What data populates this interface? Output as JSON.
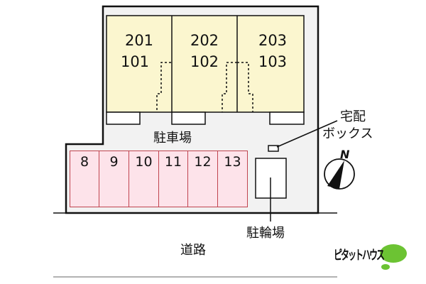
{
  "units": [
    {
      "upper": "201",
      "lower": "101"
    },
    {
      "upper": "202",
      "lower": "102"
    },
    {
      "upper": "203",
      "lower": "103"
    }
  ],
  "parking": {
    "label": "駐車場",
    "slots": [
      "8",
      "9",
      "10",
      "11",
      "12",
      "13"
    ]
  },
  "delivery_box": {
    "line1": "宅配",
    "line2": "ボックス"
  },
  "bicycle_parking": {
    "label": "駐輪場"
  },
  "road": {
    "label": "道路"
  },
  "compass": {
    "label": "N"
  },
  "logo": {
    "text": "ピタットハウス"
  },
  "colors": {
    "building": "#fbf6cf",
    "parking": "#fde3ea",
    "parking_border": "#c0444f",
    "lot": "#f2f2f2",
    "logo_green": "#6cc333"
  }
}
